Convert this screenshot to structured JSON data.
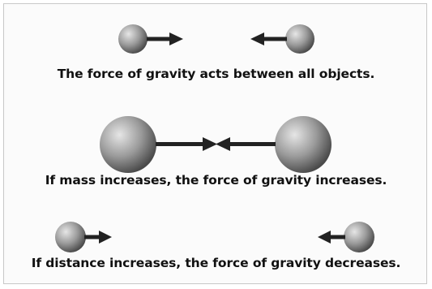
{
  "panels": [
    {
      "caption": "The force of gravity acts between all objects.",
      "mass": "small",
      "distance": "medium"
    },
    {
      "caption": "If mass increases, the force of gravity increases.",
      "mass": "large",
      "distance": "medium"
    },
    {
      "caption": "If distance increases, the force of gravity decreases.",
      "mass": "small",
      "distance": "large"
    }
  ],
  "colors": {
    "sphere_light": "#e4e4e4",
    "sphere_dark": "#4a4a4a",
    "arrow": "#222222",
    "text": "#111111"
  },
  "icons": {
    "object": "sphere-icon",
    "force": "arrow-icon"
  }
}
